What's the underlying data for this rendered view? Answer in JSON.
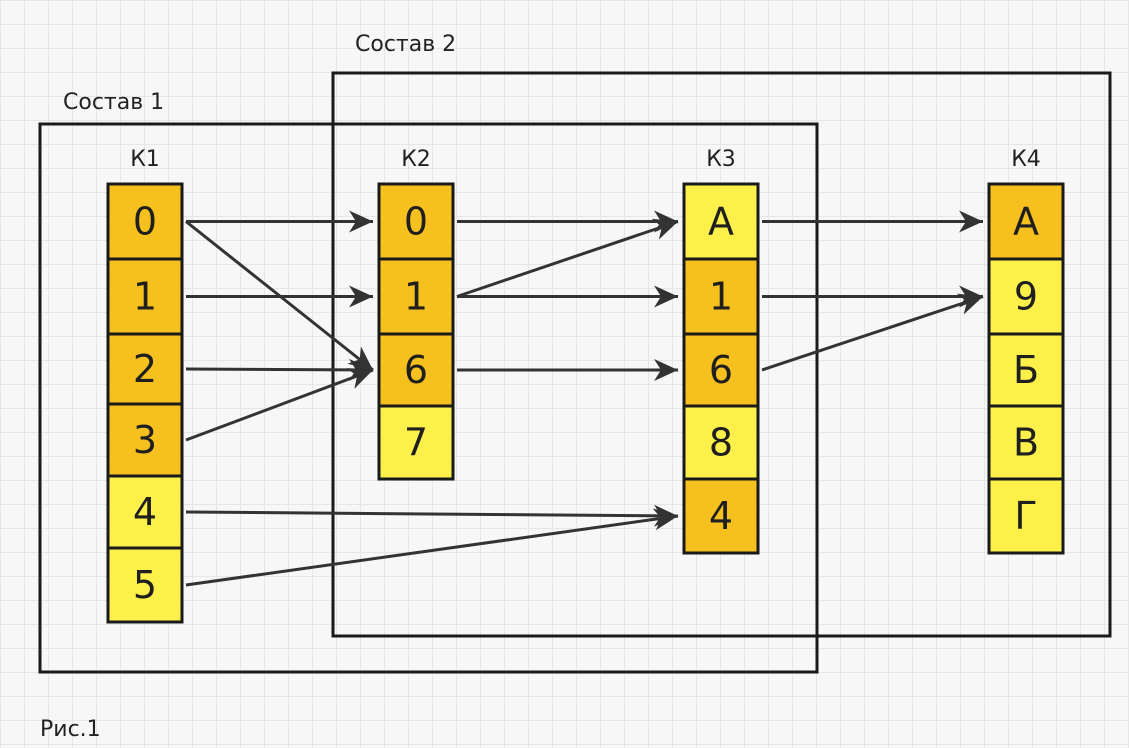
{
  "figure": {
    "caption": "Рис.1",
    "groups": [
      {
        "id": "g1",
        "label": "Состав 1"
      },
      {
        "id": "g2",
        "label": "Состав 2"
      }
    ],
    "colors": {
      "dark_cell": "#f6c11f",
      "light_cell": "#fdf04a",
      "stroke": "#1a1a1a",
      "arrow": "#333333"
    },
    "columns": [
      {
        "id": "k1",
        "title": "К1",
        "cells": [
          {
            "value": "0",
            "shade": "dark"
          },
          {
            "value": "1",
            "shade": "dark"
          },
          {
            "value": "2",
            "shade": "dark"
          },
          {
            "value": "3",
            "shade": "dark"
          },
          {
            "value": "4",
            "shade": "light"
          },
          {
            "value": "5",
            "shade": "light"
          }
        ]
      },
      {
        "id": "k2",
        "title": "К2",
        "cells": [
          {
            "value": "0",
            "shade": "dark"
          },
          {
            "value": "1",
            "shade": "dark"
          },
          {
            "value": "6",
            "shade": "dark"
          },
          {
            "value": "7",
            "shade": "light"
          }
        ]
      },
      {
        "id": "k3",
        "title": "К3",
        "cells": [
          {
            "value": "А",
            "shade": "light"
          },
          {
            "value": "1",
            "shade": "dark"
          },
          {
            "value": "6",
            "shade": "dark"
          },
          {
            "value": "8",
            "shade": "light"
          },
          {
            "value": "4",
            "shade": "dark"
          }
        ]
      },
      {
        "id": "k4",
        "title": "К4",
        "cells": [
          {
            "value": "А",
            "shade": "dark"
          },
          {
            "value": "9",
            "shade": "light"
          },
          {
            "value": "Б",
            "shade": "light"
          },
          {
            "value": "В",
            "shade": "light"
          },
          {
            "value": "Г",
            "shade": "light"
          }
        ]
      }
    ],
    "edges": [
      {
        "from": "k1.0",
        "to": "k2.0"
      },
      {
        "from": "k1.0",
        "to": "k2.2"
      },
      {
        "from": "k1.1",
        "to": "k2.1"
      },
      {
        "from": "k1.2",
        "to": "k2.2"
      },
      {
        "from": "k1.3",
        "to": "k2.2"
      },
      {
        "from": "k1.4",
        "to": "k3.4"
      },
      {
        "from": "k1.5",
        "to": "k3.4"
      },
      {
        "from": "k2.0",
        "to": "k3.0"
      },
      {
        "from": "k2.1",
        "to": "k3.0"
      },
      {
        "from": "k2.1",
        "to": "k3.1"
      },
      {
        "from": "k2.2",
        "to": "k3.2"
      },
      {
        "from": "k3.0",
        "to": "k4.0"
      },
      {
        "from": "k3.1",
        "to": "k4.1"
      },
      {
        "from": "k3.2",
        "to": "k4.1"
      }
    ]
  }
}
